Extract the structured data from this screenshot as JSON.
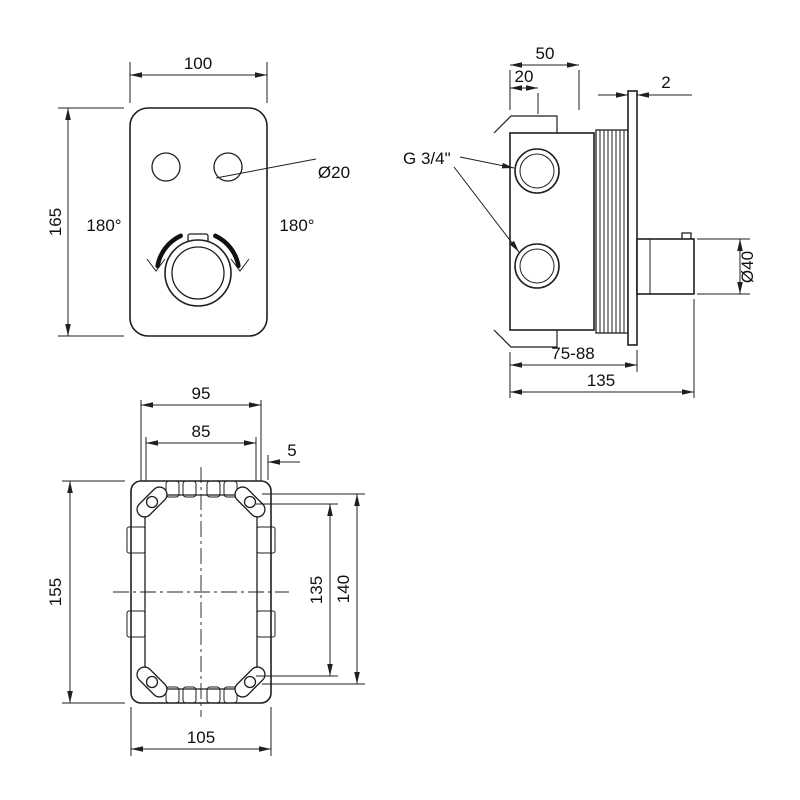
{
  "drawing": {
    "front": {
      "width": "100",
      "height": "165",
      "hole_diameter": "Ø20",
      "rotation_left": "180°",
      "rotation_right": "180°"
    },
    "side": {
      "top_width": "50",
      "top_offset": "20",
      "flange_thickness": "2",
      "thread_label": "G 3/4\"",
      "spindle_diameter": "Ø40",
      "depth_range": "75-88",
      "total_depth": "135"
    },
    "box": {
      "hole_span_width": "95",
      "inner_width": "85",
      "edge_offset": "5",
      "outer_height": "155",
      "inner_height": "135",
      "tab_height": "140",
      "outer_width": "105"
    }
  }
}
